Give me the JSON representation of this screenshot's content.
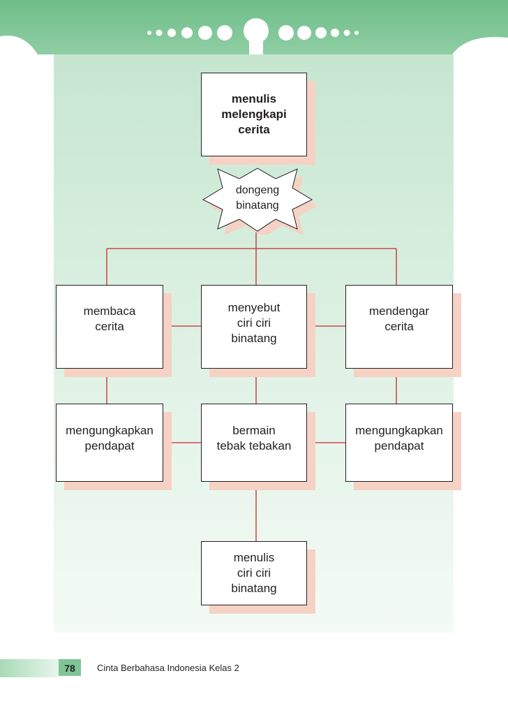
{
  "diagram": {
    "top_box": "menulis\nmelengkapi\ncerita",
    "star": "dongeng\nbinatang",
    "membaca": "membaca\ncerita",
    "menyebut": "menyebut\nciri ciri\nbinatang",
    "mendengar": "mendengar\ncerita",
    "ungkap_left": "mengungkapkan\npendapat",
    "bermain": "bermain\ntebak tebakan",
    "ungkap_right": "mengungkapkan\npendapat",
    "menulis_ciri": "menulis\nciri ciri\nbinatang"
  },
  "footer": {
    "page_number": "78",
    "book_title": "Cinta Berbahasa Indonesia Kelas 2"
  },
  "colors": {
    "header_green": "#7fc596",
    "connector_red": "#c8272d",
    "box_shadow_pink": "#f5d2c4",
    "panel_green": "#c6e6d0"
  }
}
